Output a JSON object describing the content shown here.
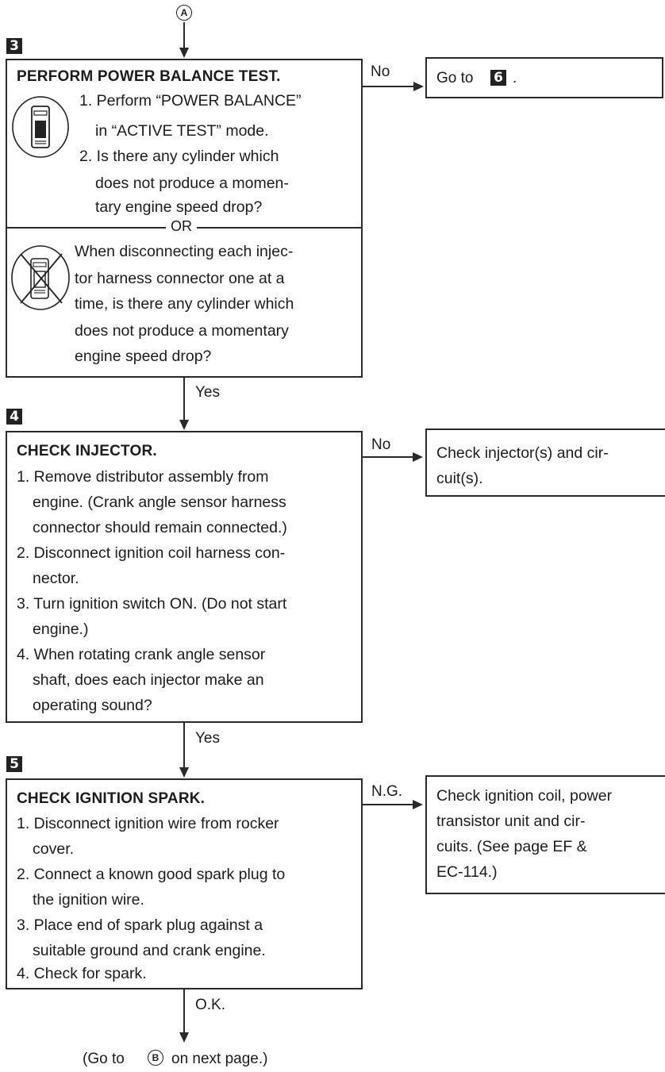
{
  "connector_top": "A",
  "connector_bottom": "B",
  "step3": {
    "num": "3",
    "title": "PERFORM POWER BALANCE TEST.",
    "consult_icon": "consult-tester-icon",
    "no_consult_icon": "no-consult-tester-icon",
    "lines_a": [
      "1. Perform “POWER BALANCE”",
      "in “ACTIVE TEST” mode.",
      "2. Is there any cylinder which",
      "does not produce a momen-",
      "tary engine speed drop?"
    ],
    "or_label": "OR",
    "lines_b": [
      "When disconnecting each injec-",
      "tor harness connector one at a",
      "time, is there any cylinder which",
      "does not produce a momentary",
      "engine speed drop?"
    ],
    "no_label": "No",
    "no_target_prefix": "Go to",
    "no_target_num": "6",
    "no_target_suffix": ".",
    "yes_label": "Yes"
  },
  "step4": {
    "num": "4",
    "title": "CHECK INJECTOR.",
    "lines": [
      "1. Remove distributor assembly from",
      "engine. (Crank angle sensor harness",
      "connector should remain connected.)",
      "2. Disconnect ignition coil harness con-",
      "nector.",
      "3. Turn ignition switch ON. (Do not start",
      "engine.)",
      "4. When rotating crank angle sensor",
      "shaft, does each injector make an",
      "operating sound?"
    ],
    "no_label": "No",
    "no_target_lines": [
      "Check injector(s) and cir-",
      "cuit(s)."
    ],
    "yes_label": "Yes"
  },
  "step5": {
    "num": "5",
    "title": "CHECK IGNITION SPARK.",
    "lines": [
      "1. Disconnect ignition wire from rocker",
      "cover.",
      "2. Connect a known good spark plug to",
      "the ignition wire.",
      "3. Place end of spark plug against a",
      "suitable ground and crank engine.",
      "4. Check for spark."
    ],
    "ng_label": "N.G.",
    "ng_target_lines": [
      "Check ignition coil, power",
      "transistor unit and cir-",
      "cuits. (See page EF &",
      "EC-114.)"
    ],
    "ok_label": "O.K."
  },
  "footer": {
    "prefix": "(Go to",
    "suffix": "on next page.)"
  }
}
